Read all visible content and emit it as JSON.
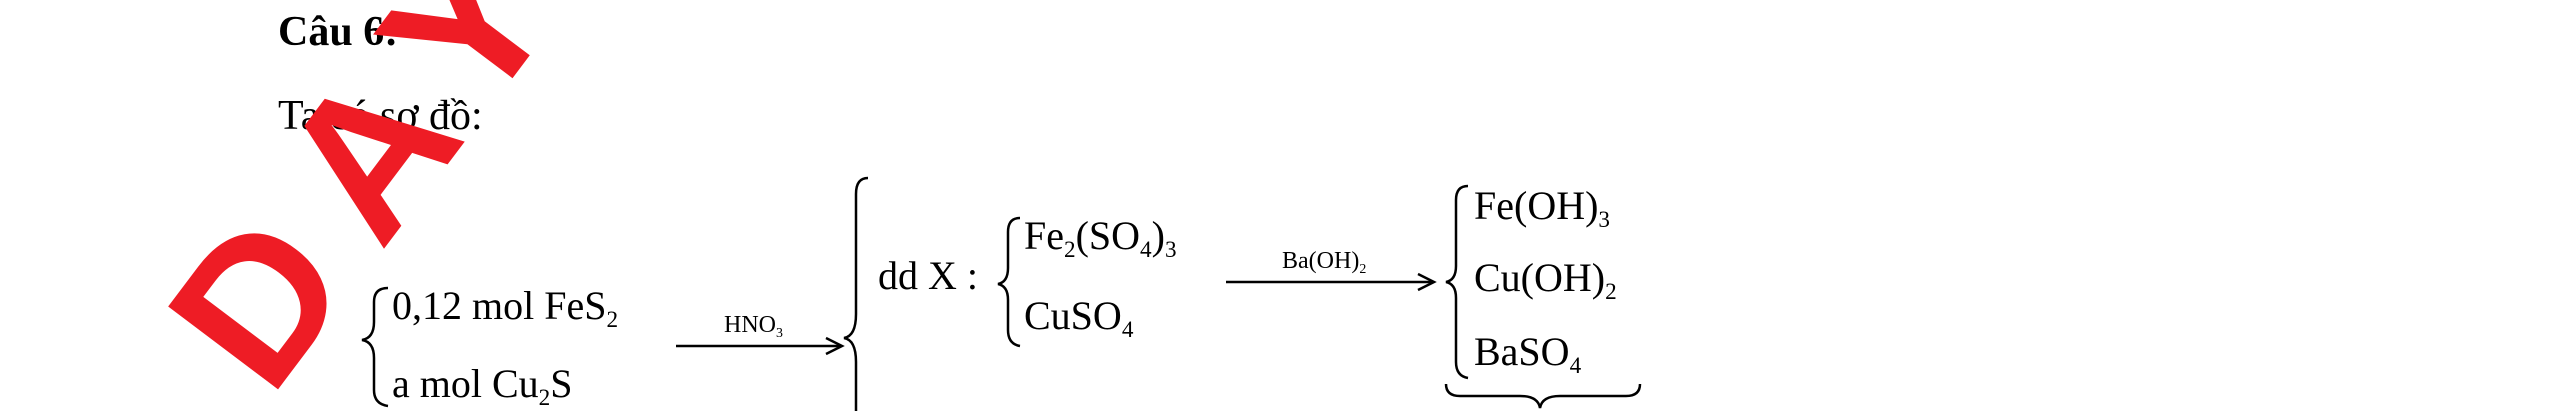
{
  "heading": "Câu 6:",
  "intro": "Ta có sơ đồ:",
  "reactants": {
    "line1_prefix": "0,12 mol FeS",
    "line1_sub": "2",
    "line2_prefix": "a mol Cu",
    "line2_sub": "2",
    "line2_suffix": "S"
  },
  "arrow1": {
    "reagent_prefix": "HNO",
    "reagent_sub": "3"
  },
  "solution": {
    "label": "dd X :",
    "item1": {
      "a": "Fe",
      "b": "2",
      "c": "(SO",
      "d": "4",
      "e": ")",
      "f": "3"
    },
    "item2": {
      "a": "CuSO",
      "b": "4"
    }
  },
  "arrow2": {
    "reagent_prefix": "Ba(OH)",
    "reagent_sub": "2"
  },
  "precipitate": {
    "item1": {
      "a": "Fe(OH)",
      "b": "3"
    },
    "item2": {
      "a": "Cu(OH)",
      "b": "2"
    },
    "item3": {
      "a": "BaSO",
      "b": "4"
    }
  },
  "watermark": "DAY K",
  "colors": {
    "watermark": "#ee1c25",
    "text": "#000000"
  }
}
